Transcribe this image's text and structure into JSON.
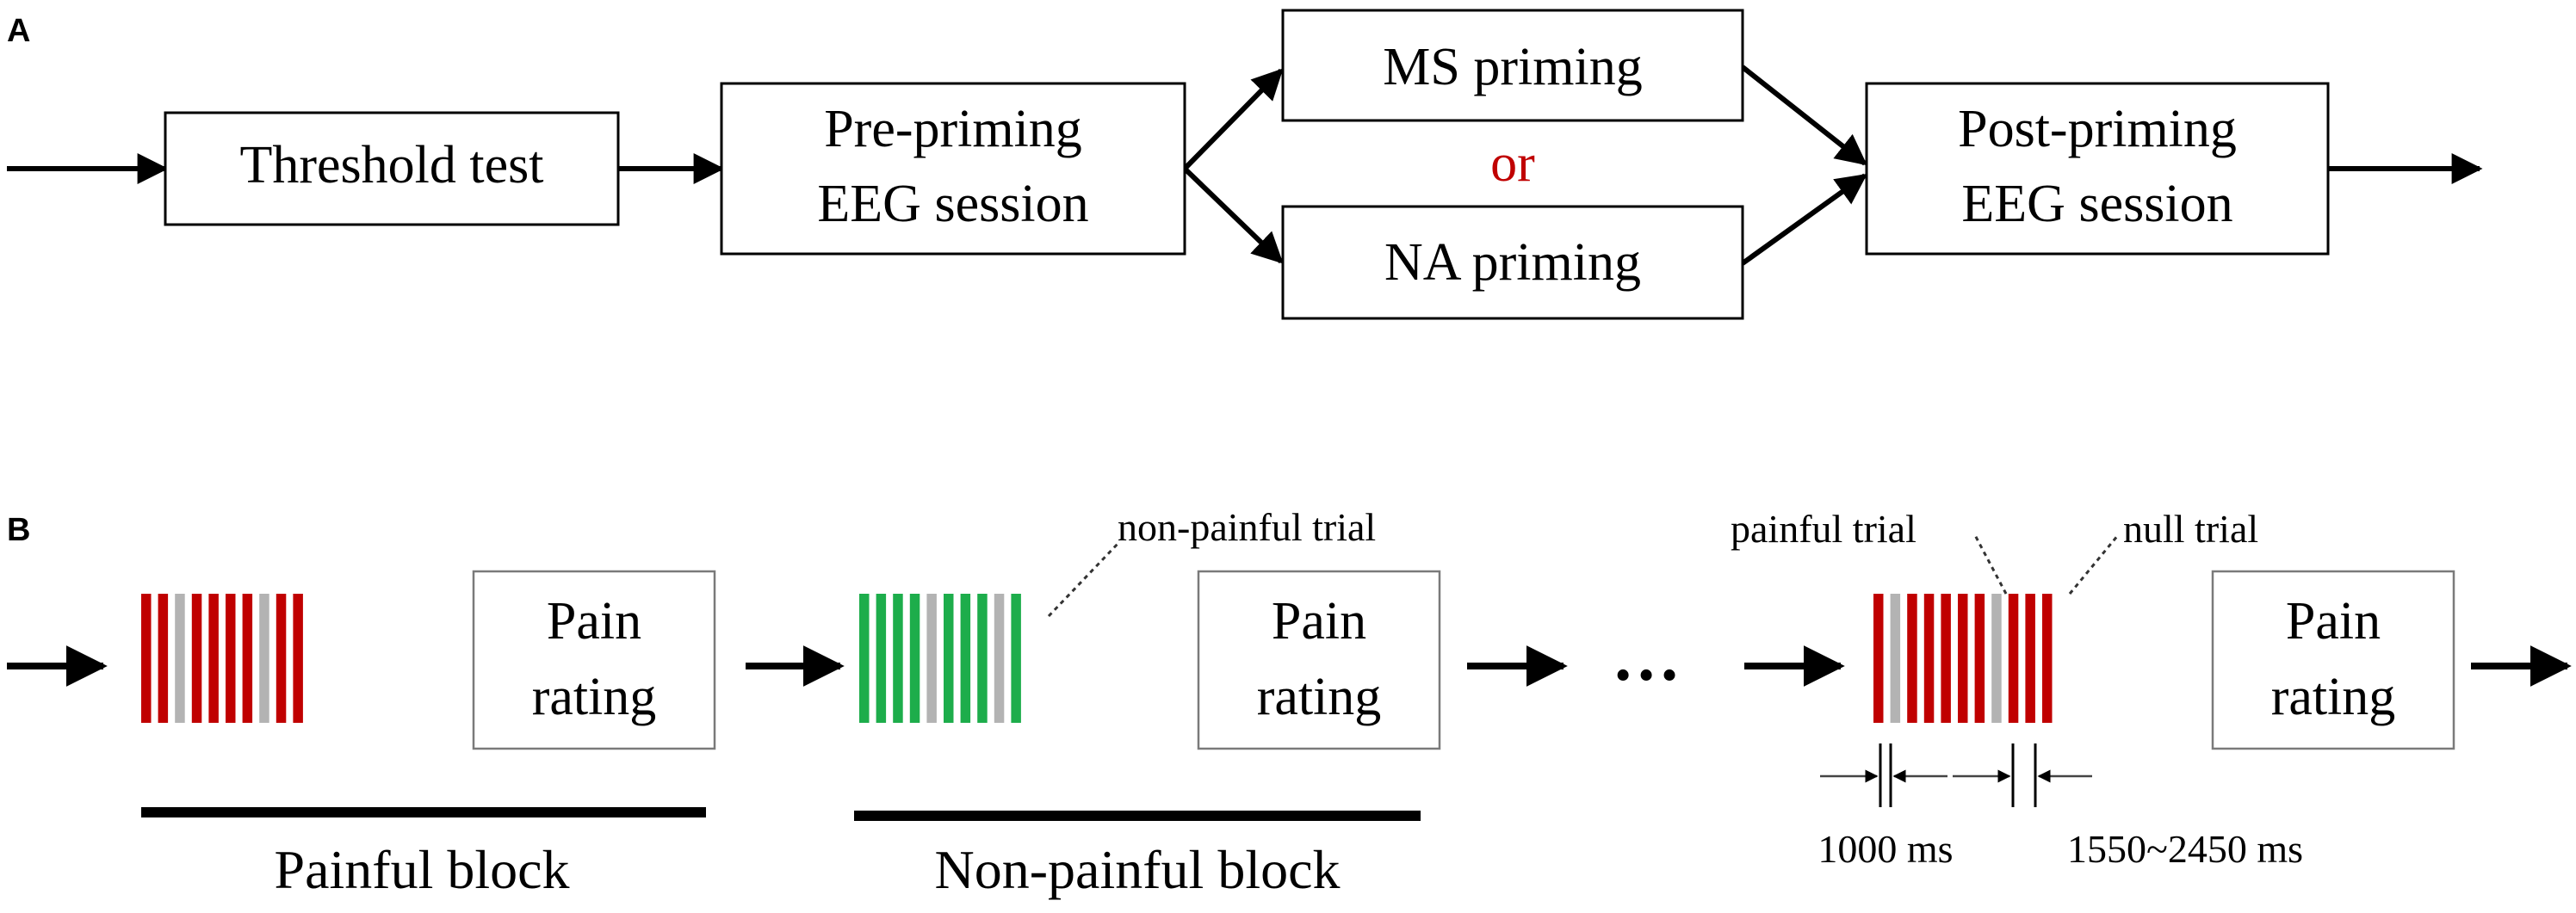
{
  "panel_a": {
    "label": "A",
    "boxes": {
      "threshold": [
        "Threshold test"
      ],
      "pre": [
        "Pre-priming",
        "EEG session"
      ],
      "ms": [
        "MS priming"
      ],
      "na": [
        "NA priming"
      ],
      "post": [
        "Post-priming",
        "EEG session"
      ]
    },
    "or_label": "or"
  },
  "panel_b": {
    "label": "B",
    "rating_box": [
      "Pain",
      "rating"
    ],
    "blocks": [
      {
        "name": "Painful block",
        "trials": [
          "p",
          "p",
          "n",
          "p",
          "p",
          "p",
          "p",
          "n",
          "p",
          "p"
        ]
      },
      {
        "name": "Non-painful block",
        "trials": [
          "g",
          "g",
          "g",
          "g",
          "n",
          "g",
          "g",
          "g",
          "n",
          "g"
        ]
      },
      {
        "name": "",
        "trials": [
          "p",
          "n",
          "p",
          "p",
          "p",
          "p",
          "p",
          "n",
          "p",
          "p",
          "p"
        ]
      }
    ],
    "ellipsis": "…",
    "annotations": {
      "non_painful_trial": "non-painful trial",
      "painful_trial": "painful trial",
      "null_trial": "null trial",
      "duration": "1000 ms",
      "interval": "1550~2450 ms"
    }
  },
  "colors": {
    "painful": "#C00000",
    "non_painful": "#1DAD4B",
    "null": "#B3B3B3",
    "or_text": "#C00000",
    "ink": "#000000",
    "light_border": "#7a7a7a"
  }
}
